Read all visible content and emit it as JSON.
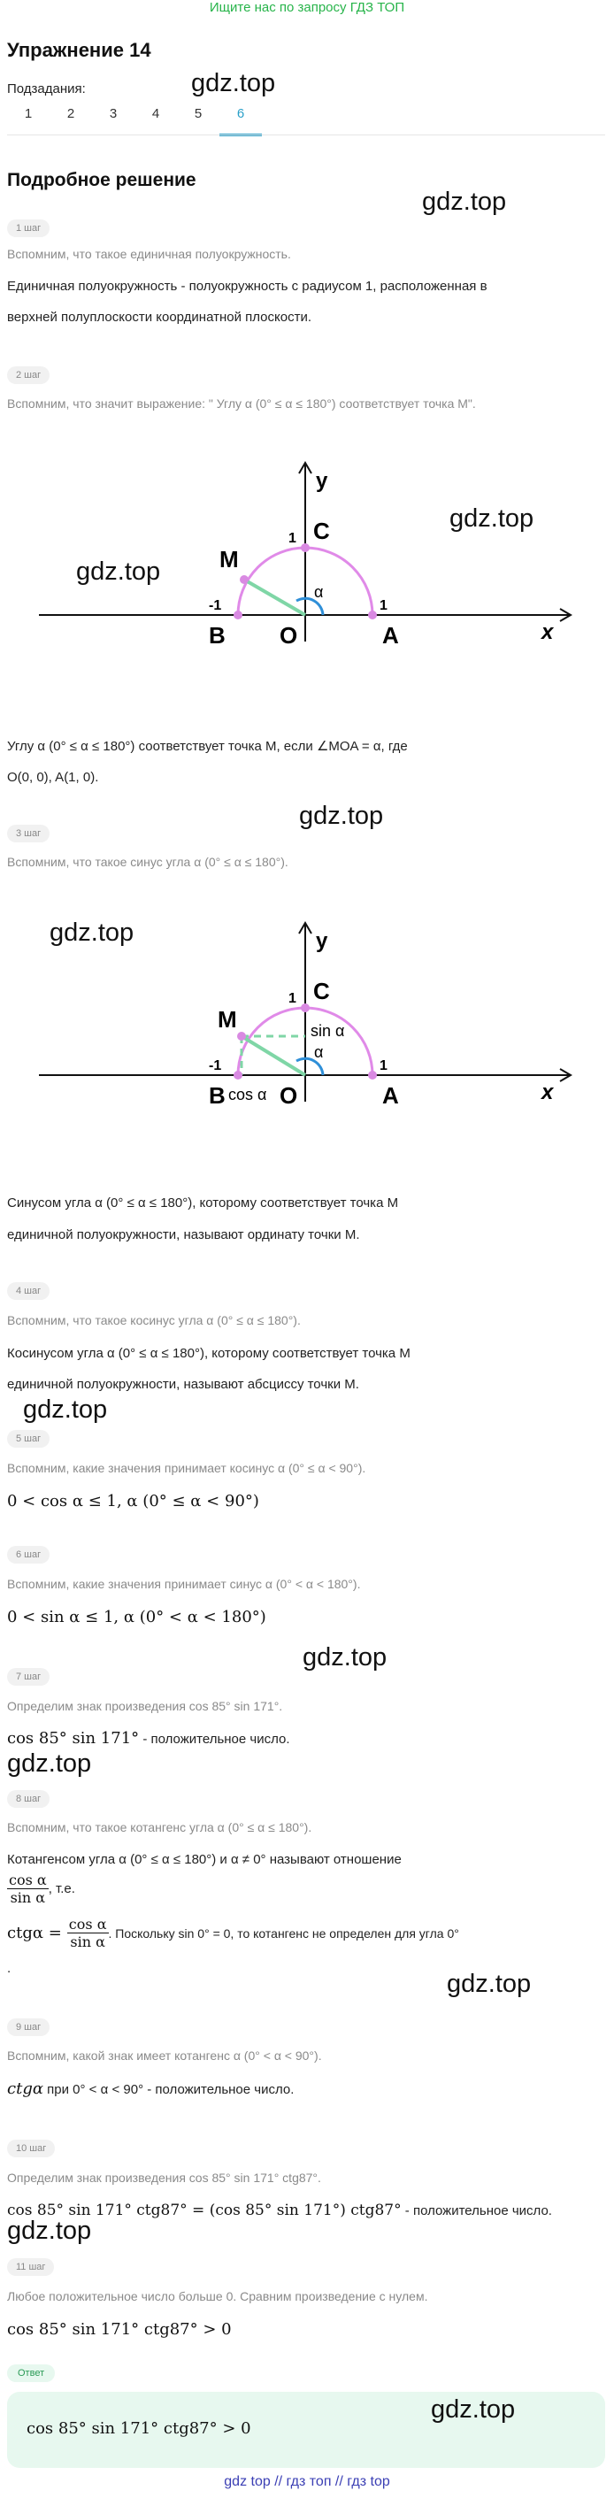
{
  "header": {
    "top_link": "Ищите нас по запросу ГДЗ ТОП",
    "title": "Упражнение 14",
    "subtasks_label": "Подзадания:",
    "tabs": [
      "1",
      "2",
      "3",
      "4",
      "5",
      "6"
    ],
    "active_tab": "6"
  },
  "section_title": "Подробное решение",
  "watermark": "gdz.top",
  "graph1": {
    "y": "y",
    "x": "x",
    "C": "C",
    "M": "M",
    "B": "B",
    "O": "O",
    "A": "A",
    "one_top": "1",
    "minus_one": "-1",
    "one_right": "1",
    "alpha": "α"
  },
  "graph2": {
    "y": "y",
    "x": "x",
    "C": "C",
    "M": "M",
    "B": "B",
    "O": "O",
    "A": "A",
    "one_top": "1",
    "minus_one": "-1",
    "one_right": "1",
    "alpha": "α",
    "sin": "sin α",
    "cos": "cos α"
  },
  "steps": [
    {
      "badge": "1 шаг",
      "muted": "Вспомним, что такое единичная полуокружность.",
      "text1": "Единичная полуокружность - полуокружность с радиусом 1, расположенная в",
      "text2": "верхней полуплоскости координатной плоскости."
    },
    {
      "badge": "2 шаг",
      "muted": "Вспомним, что значит выражение: \" Углу α (0° ≤ α ≤ 180°) соответствует точка M\".",
      "text1": "Углу α (0° ≤ α ≤ 180°) соответствует точка M, если ∠MOA = α, где",
      "text2": "O(0, 0), A(1, 0)."
    },
    {
      "badge": "3 шаг",
      "muted": "Вспомним, что такое синус угла α (0° ≤ α ≤ 180°).",
      "text1": "Синусом угла α (0° ≤ α ≤ 180°), которому соответствует точка M",
      "text2": "единичной полуокружности, называют ординату точки M."
    },
    {
      "badge": "4 шаг",
      "muted": "Вспомним, что такое косинус угла α (0° ≤ α ≤ 180°).",
      "text1": "Косинусом угла α (0° ≤ α ≤ 180°), которому соответствует точка M",
      "text2": "единичной полуокружности, называют абсциссу точки M."
    },
    {
      "badge": "5 шаг",
      "muted": "Вспомним, какие значения принимает косинус α (0° ≤ α < 90°).",
      "math": "0 < cos α ≤ 1, α (0° ≤ α < 90°)"
    },
    {
      "badge": "6 шаг",
      "muted": "Вспомним, какие значения принимает синус α (0° < α < 180°).",
      "math": "0 < sin α ≤ 1, α (0° < α < 180°)"
    },
    {
      "badge": "7 шаг",
      "muted": "Определим знак произведения cos 85° sin 171°.",
      "math": "cos 85° sin 171°",
      "text": " - положительное число."
    },
    {
      "badge": "8 шаг",
      "muted": "Вспомним, что такое котангенс угла α (0° ≤ α ≤ 180°).",
      "text1": "Котангенсом угла α (0° ≤ α ≤ 180°) и α ≠ 0° называют отношение",
      "frac_num": "cos α",
      "frac_den": "sin α",
      "frac_after": ", т.е.",
      "ctg": "ctgα =",
      "text2": ". Поскольку sin 0° = 0, то котангенс не определен для угла 0°",
      "dot": "."
    },
    {
      "badge": "9 шаг",
      "muted": "Вспомним, какой знак имеет котангенс α (0° < α < 90°).",
      "math": "ctgα",
      "text": " при 0° < α < 90° - положительное число."
    },
    {
      "badge": "10 шаг",
      "muted": "Определим знак произведения cos 85° sin 171° ctg87°.",
      "math": "cos 85° sin 171° ctg87° = (cos 85° sin 171°) ctg87°",
      "text": " - положительное число."
    },
    {
      "badge": "11 шаг",
      "muted": "Любое положительное число больше 0. Сравним произведение с нулем.",
      "math": "cos 85° sin 171° ctg87° > 0"
    }
  ],
  "answer": {
    "badge": "Ответ",
    "math": "cos 85° sin 171° ctg87° > 0"
  },
  "footer": {
    "links": "gdz top // гдз топ // гдз top"
  },
  "colors": {
    "green": "#27b44a",
    "accent": "#2aa0c9",
    "arc": "#e08ae8",
    "radius": "#7fd6a6",
    "angle": "#2f8fd8"
  }
}
